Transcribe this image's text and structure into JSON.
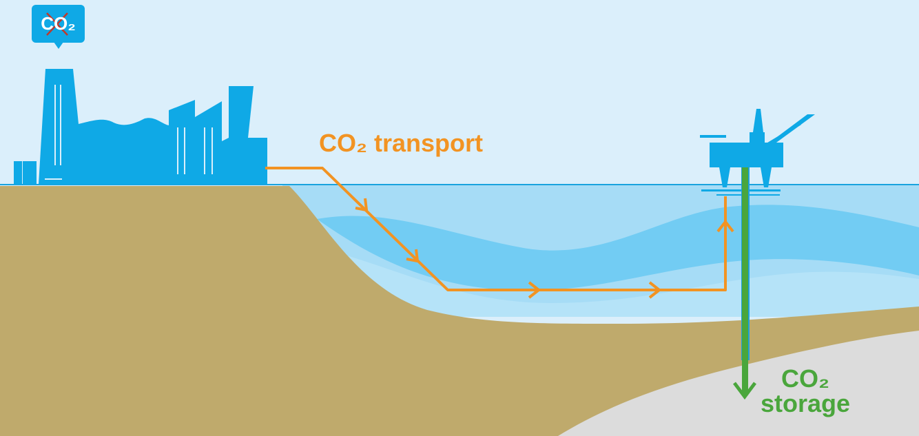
{
  "labels": {
    "badge": "CO₂",
    "transport": "CO₂ transport",
    "storage_line1": "CO₂",
    "storage_line2": "storage"
  },
  "icons": [
    "factory-icon",
    "crossed-out-co2-icon",
    "offshore-platform-icon",
    "pipeline-arrow-icon",
    "injection-arrow-icon"
  ],
  "colors": {
    "sky": "#dbeffb",
    "factory": "#0fa9e6",
    "ground": "#bfaa6c",
    "water": "#9dd9f5",
    "water_deep": "#6ecbf3",
    "storage": "#dcdcdc",
    "transport": "#f29322",
    "injection": "#4aa63c"
  }
}
